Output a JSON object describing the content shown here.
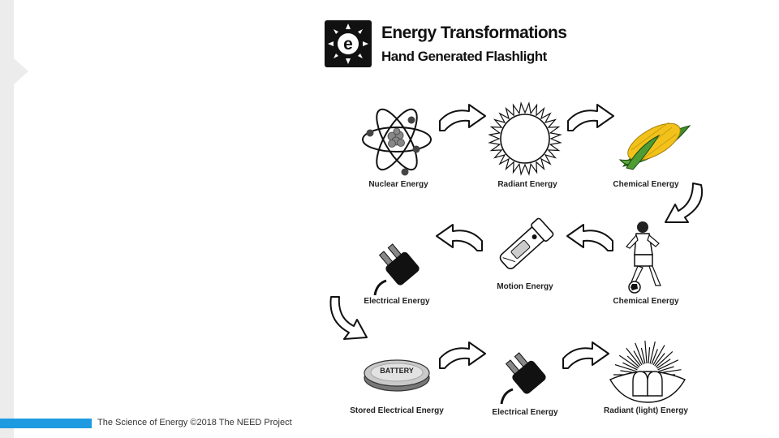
{
  "title": "Energy Transformations",
  "subtitle": "Hand Generated Flashlight",
  "footer": "The Science of Energy ©2018 The NEED Project",
  "nodes": [
    {
      "label": "Nuclear Energy",
      "icon": "atom-icon"
    },
    {
      "label": "Radiant Energy",
      "icon": "sun-icon"
    },
    {
      "label": "Chemical Energy",
      "icon": "corn-icon"
    },
    {
      "label": "Chemical Energy",
      "icon": "soccer-player-icon"
    },
    {
      "label": "Motion Energy",
      "icon": "hand-crank-flashlight-icon"
    },
    {
      "label": "Electrical Energy",
      "icon": "electric-plug-icon"
    },
    {
      "label": "Stored Electrical Energy",
      "icon": "battery-icon"
    },
    {
      "label": "Electrical Energy",
      "icon": "electric-plug-icon"
    },
    {
      "label": "Radiant (light) Energy",
      "icon": "light-bulb-icon"
    }
  ],
  "battery_text": "BATTERY",
  "colors": {
    "accent": "#1e9be0",
    "logo_bg": "#111111"
  }
}
